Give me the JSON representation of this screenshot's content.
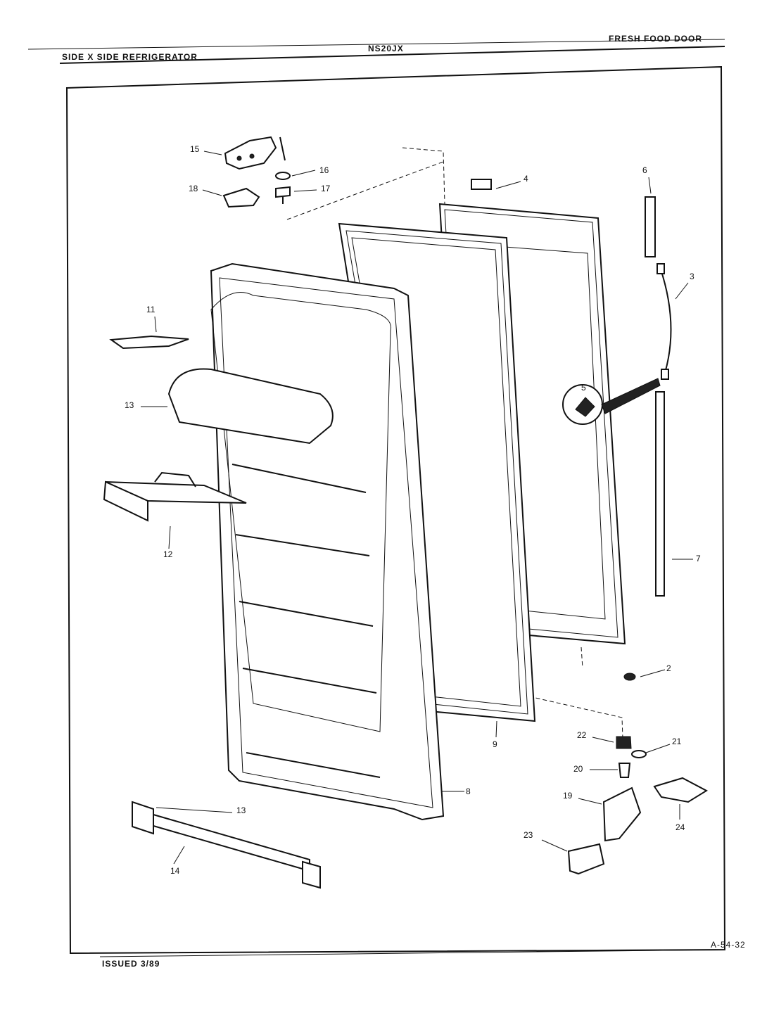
{
  "header": {
    "left_title": "SIDE X SIDE REFRIGERATOR",
    "model": "NS20JX",
    "section": "FRESH FOOD DOOR"
  },
  "footer": {
    "issued": "ISSUED 3/89",
    "drawing_number": "A-54-32"
  },
  "callouts": [
    "15",
    "16",
    "17",
    "18",
    "4",
    "6",
    "3",
    "5",
    "11",
    "13",
    "12",
    "7",
    "2",
    "9",
    "8",
    "22",
    "21",
    "20",
    "19",
    "24",
    "23",
    "13",
    "14"
  ]
}
